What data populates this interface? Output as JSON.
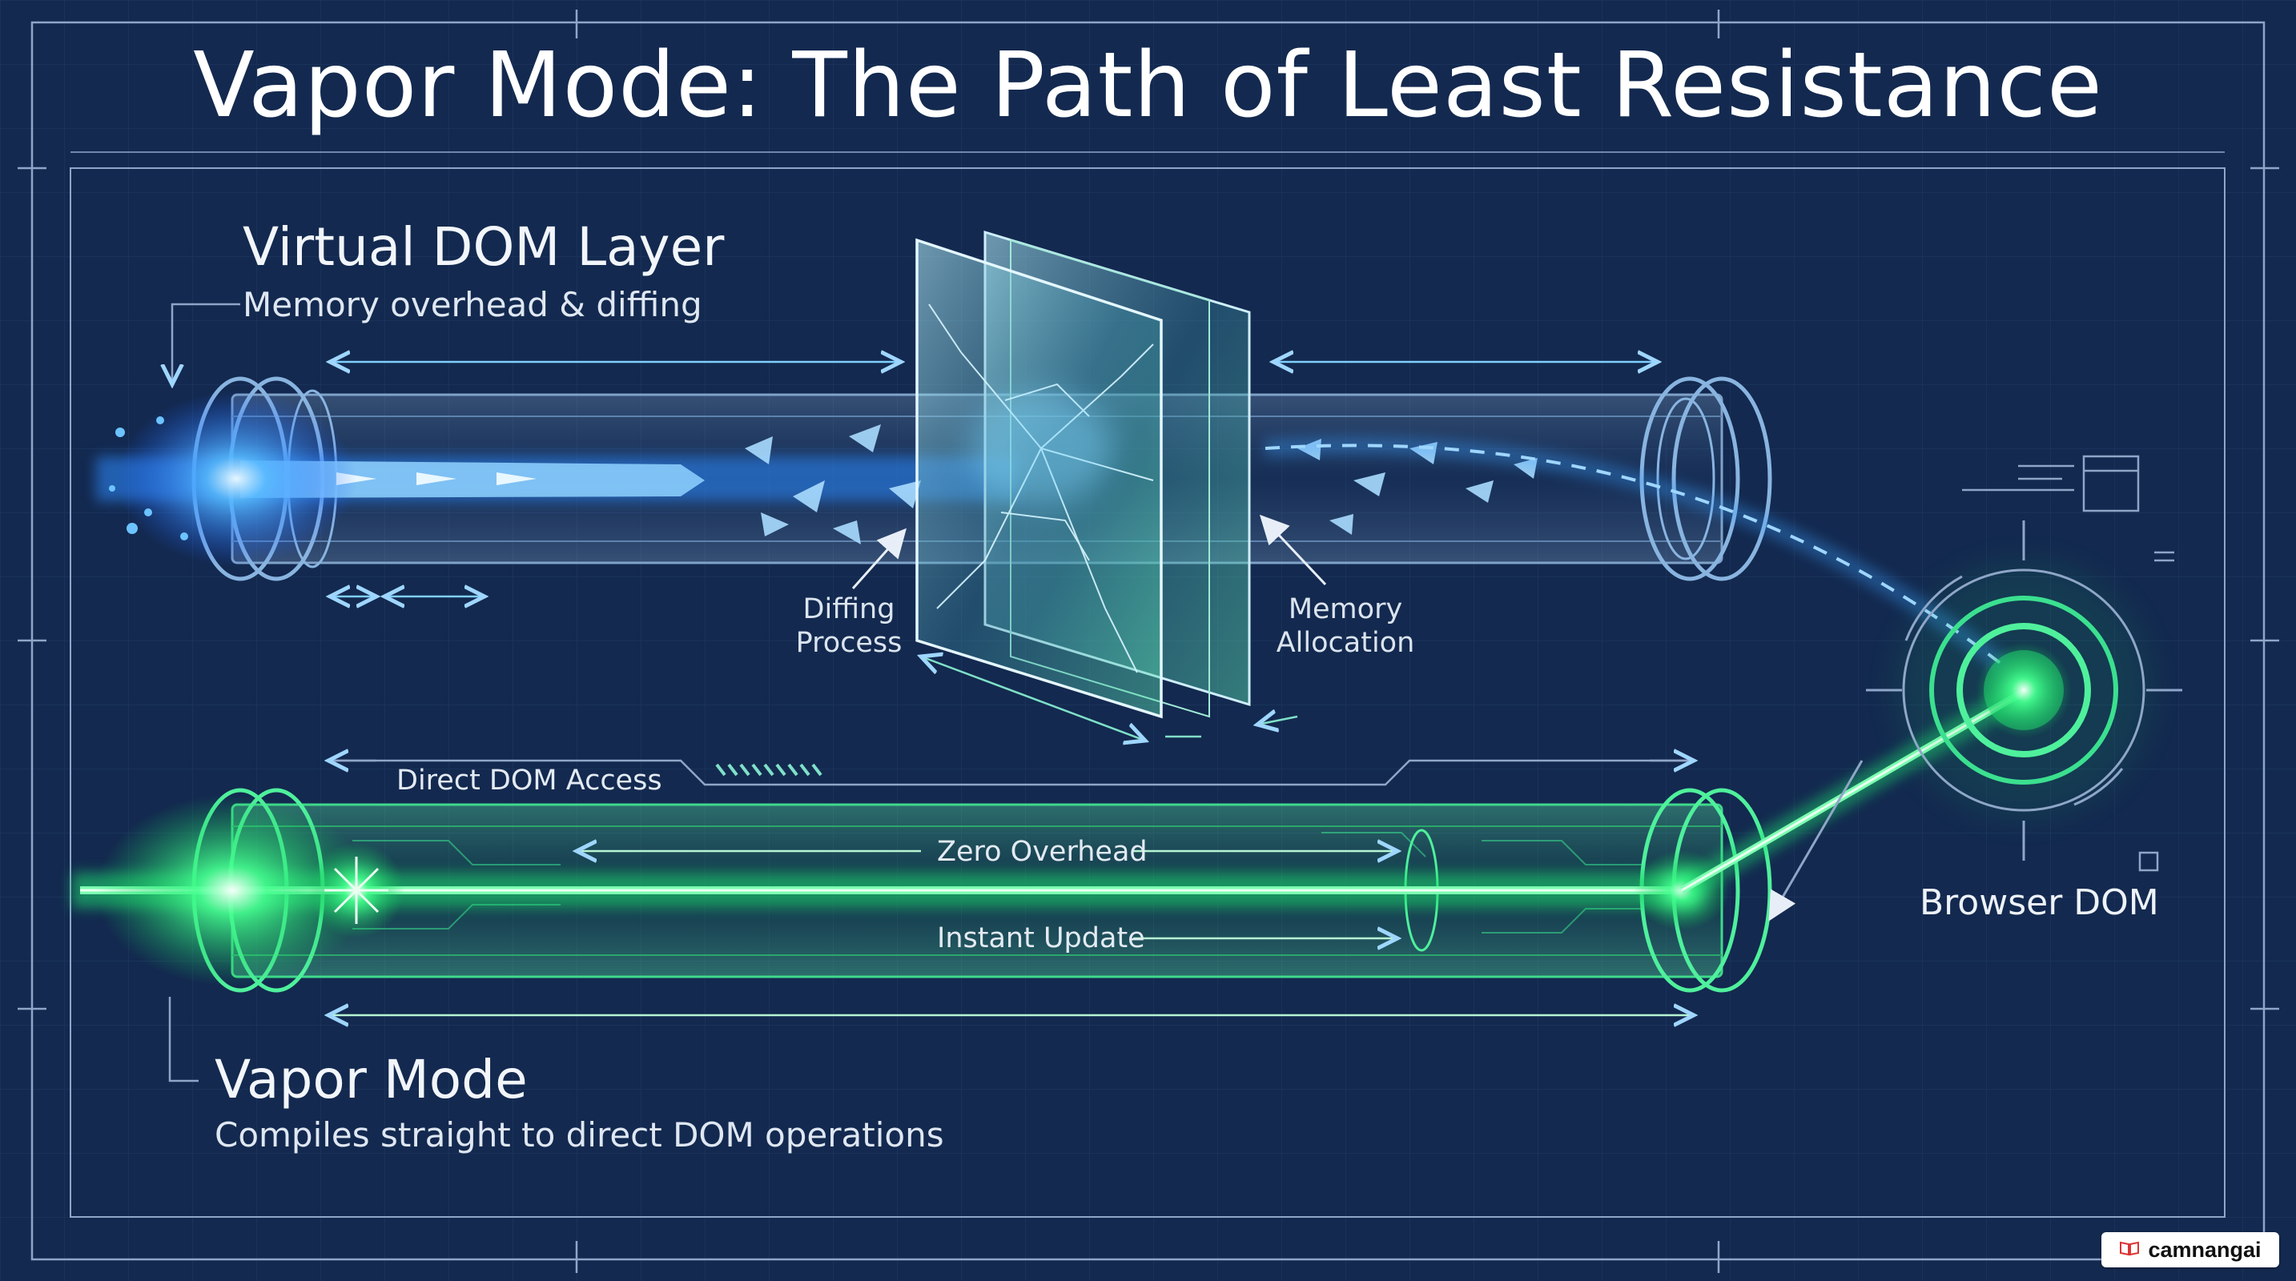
{
  "title": "Vapor Mode: The Path of Least Resistance",
  "virtual_dom": {
    "heading": "Virtual DOM Layer",
    "subheading": "Memory overhead & diffing",
    "callouts": {
      "diffing": [
        "Diffing",
        "Process"
      ],
      "memory": [
        "Memory",
        "Allocation"
      ]
    }
  },
  "vapor": {
    "heading": "Vapor Mode",
    "subheading": "Compiles straight to direct DOM operations",
    "labels": {
      "direct_access": "Direct DOM Access",
      "zero_overhead": "Zero Overhead",
      "instant_update": "Instant Update"
    }
  },
  "target": {
    "label": "Browser DOM"
  },
  "watermark": {
    "text": "camnangai"
  },
  "colors": {
    "background": "#13294f",
    "blueprint_line": "#8fa6c8",
    "virtual_dom_beam": "#3aa0ff",
    "vapor_beam": "#2cf07a",
    "glass": "#7fe0c8"
  }
}
